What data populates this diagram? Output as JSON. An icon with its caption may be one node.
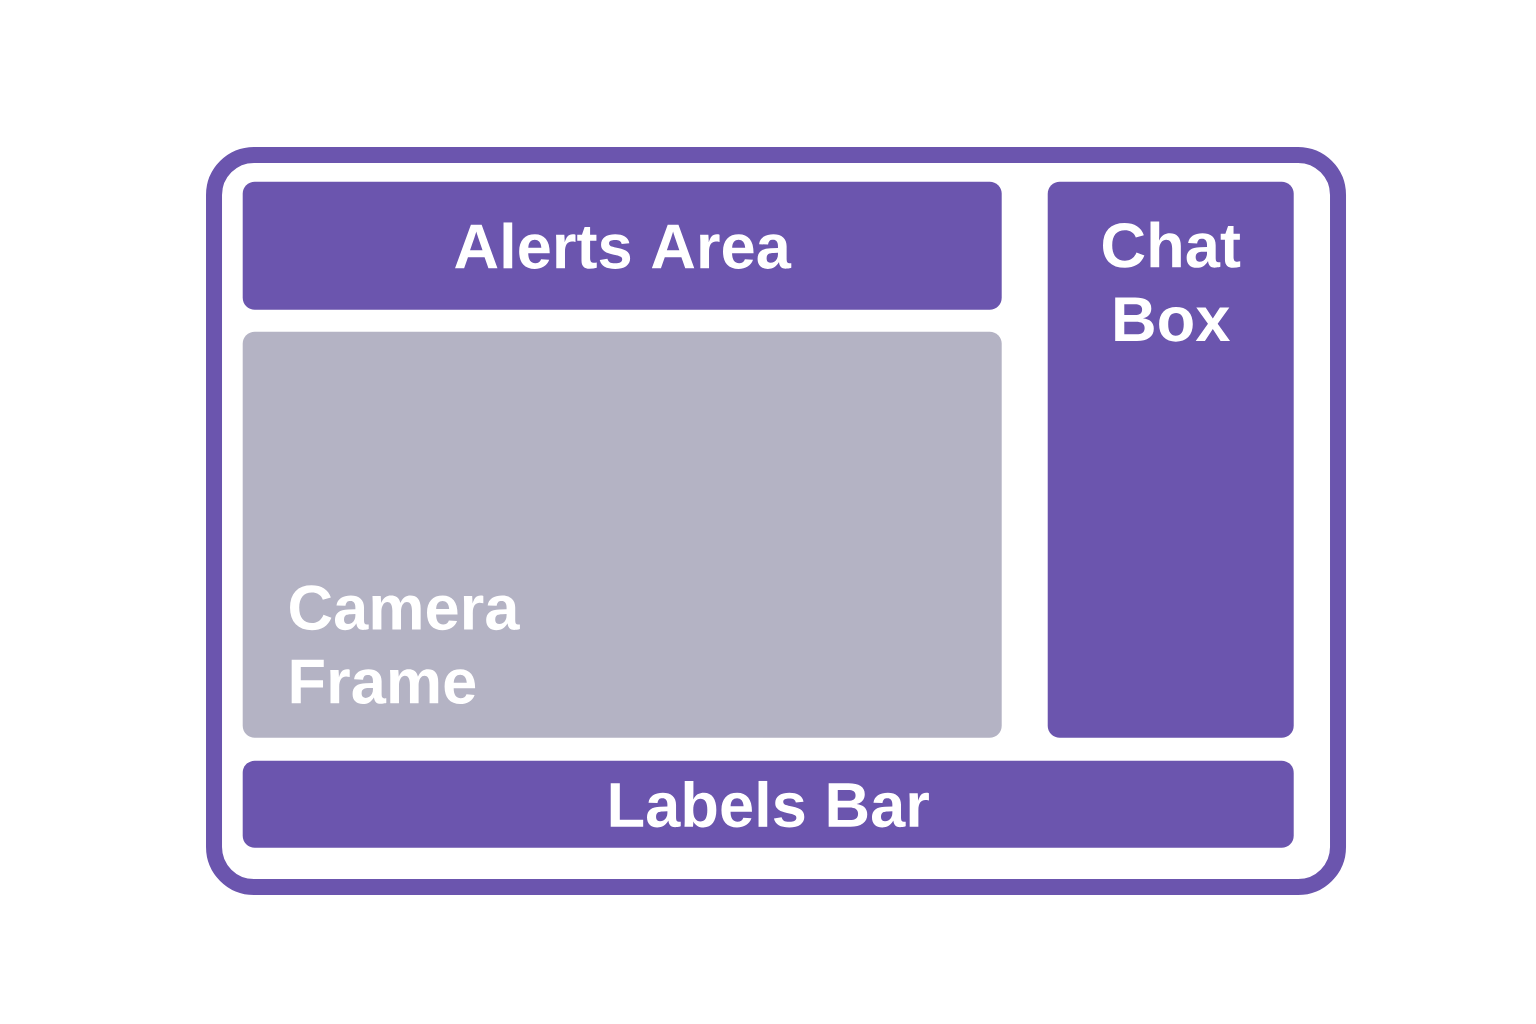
{
  "diagram": {
    "nodes": [
      {
        "text": [],
        "shape": "box"
      },
      {
        "text": [
          "Alerts Area"
        ],
        "in": 0
      },
      {
        "text": [
          "Chat Box"
        ],
        "in": 0
      },
      {
        "text": [
          "Camera Frame"
        ],
        "in": 0
      },
      {
        "text": [
          "Labels Bar"
        ],
        "in": 0
      }
    ]
  }
}
